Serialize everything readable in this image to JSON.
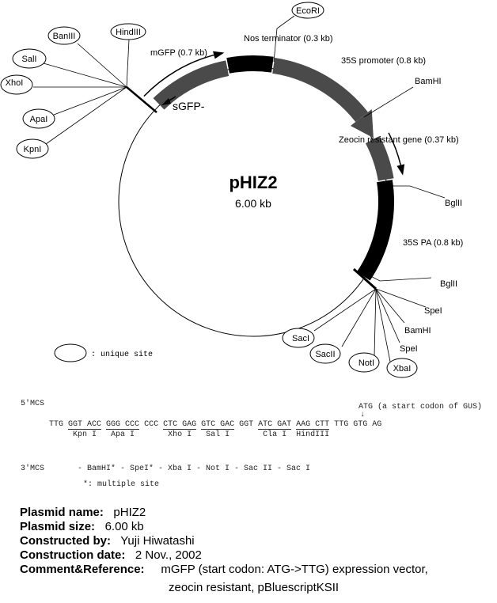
{
  "plasmid": {
    "name": "pHIZ2",
    "size": "6.00 kb"
  },
  "features": {
    "mgfp": "mGFP (0.7 kb)",
    "nos": "Nos terminator (0.3 kb)",
    "p35s": "35S promoter (0.8 kb)",
    "zeocin": "Zeocin resistant gene (0.37 kb)",
    "pa35s": "35S PA (0.8 kb)",
    "sgfp": "sGFP-"
  },
  "sites": {
    "left": [
      "HindIII",
      "BanIII",
      "SalI",
      "XhoI",
      "ApaI",
      "KpnI"
    ],
    "ecori": "EcoRI",
    "bamhi_top": "BamHI",
    "bglii_right": "BglII",
    "lower_plain": [
      "BglII",
      "SpeI",
      "BamHI",
      "SpeI"
    ],
    "lower_unique": [
      "SacI",
      "SacII",
      "NotI",
      "XbaI"
    ]
  },
  "legend": {
    "unique": ": unique site"
  },
  "mcs": {
    "five_label": "5'MCS",
    "atg_note": "ATG (a start codon of GUS)",
    "atg_arrow": "↓",
    "groups": [
      {
        "seq": "TTG ",
        "label": ""
      },
      {
        "seq": "GGT ACC",
        "label": "Kpn I"
      },
      {
        "seq": " ",
        "label": ""
      },
      {
        "seq": "GGG CCC",
        "label": "Apa I"
      },
      {
        "seq": " CCC ",
        "label": ""
      },
      {
        "seq": "CTC GAG",
        "label": "Xho I"
      },
      {
        "seq": " ",
        "label": ""
      },
      {
        "seq": "GTC GAC",
        "label": "Sal I"
      },
      {
        "seq": " GGT ",
        "label": ""
      },
      {
        "seq": "ATC GAT",
        "label": "Cla I"
      },
      {
        "seq": " ",
        "label": ""
      },
      {
        "seq": "AAG CTT",
        "label": "HindIII"
      },
      {
        "seq": " TTG GTG AG",
        "label": ""
      }
    ],
    "three_label": "3'MCS",
    "three_seq": "- BamHI* - SpeI* - Xba I - Not I - Sac II - Sac I",
    "footnote": "*: multiple site"
  },
  "info": [
    {
      "label": "Plasmid name:",
      "value": "pHIZ2"
    },
    {
      "label": "Plasmid size:",
      "value": "6.00 kb"
    },
    {
      "label": "Constructed by:",
      "value": "Yuji Hiwatashi"
    },
    {
      "label": "Construction date:",
      "value": "2 Nov., 2002"
    },
    {
      "label": "Comment&Reference:",
      "value": "mGFP (start codon: ATG->TTG) expression vector,",
      "value2": "zeocin resistant, pBluescriptKSII"
    }
  ]
}
